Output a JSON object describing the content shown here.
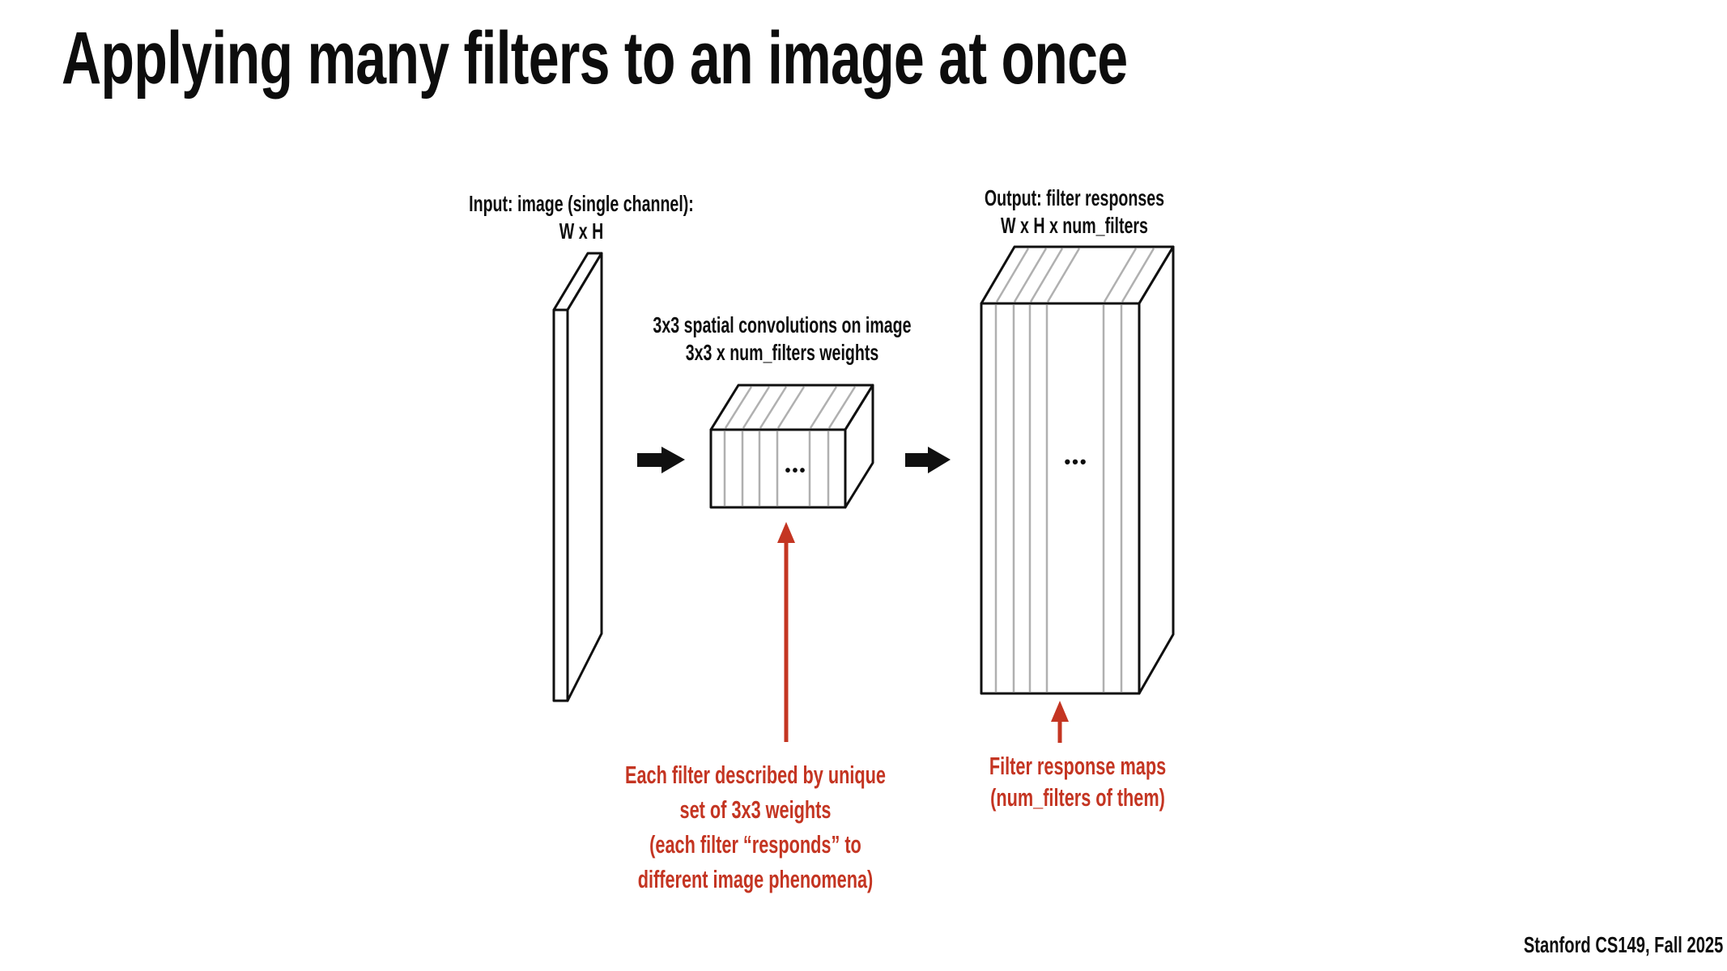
{
  "slide": {
    "title": "Applying many filters to an image at once",
    "footer": "Stanford CS149, Fall 2025"
  },
  "colors": {
    "background": "#ffffff",
    "text": "#0d0d0d",
    "outline_black": "#101010",
    "slice_line_gray": "#b0b0b0",
    "annotation_red": "#c43522"
  },
  "diagram": {
    "input": {
      "label": "Input: image (single channel):\nW x H"
    },
    "conv": {
      "label": "3x3 spatial convolutions on image\n3x3 x num_filters weights",
      "ellipsis": "•••",
      "note": "Each filter described by unique\nset of 3x3 weights\n(each filter “responds” to\ndifferent image phenomena)"
    },
    "output": {
      "label": "Output: filter responses\nW x H x num_filters",
      "ellipsis": "•••",
      "note": "Filter response maps\n(num_filters of them)"
    }
  }
}
